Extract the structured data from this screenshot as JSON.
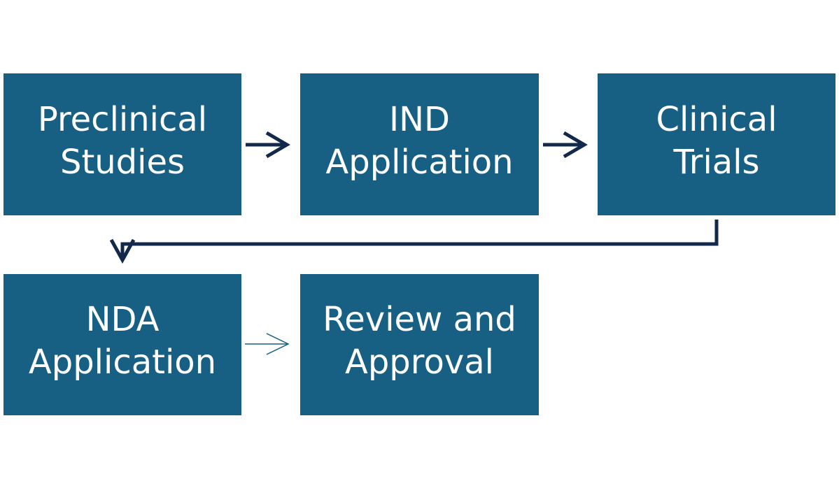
{
  "steps": {
    "preclinical": {
      "line1": "Preclinical",
      "line2": "Studies"
    },
    "ind": {
      "line1": "IND",
      "line2": "Application"
    },
    "clinical": {
      "line1": "Clinical",
      "line2": "Trials"
    },
    "nda": {
      "line1": "NDA",
      "line2": "Application"
    },
    "review": {
      "line1": "Review and",
      "line2": "Approval"
    }
  },
  "colors": {
    "box_fill": "#175f83",
    "box_text": "#ffffff",
    "arrow_dark": "#13294b",
    "arrow_thin": "#175f83",
    "background": "#ffffff"
  }
}
